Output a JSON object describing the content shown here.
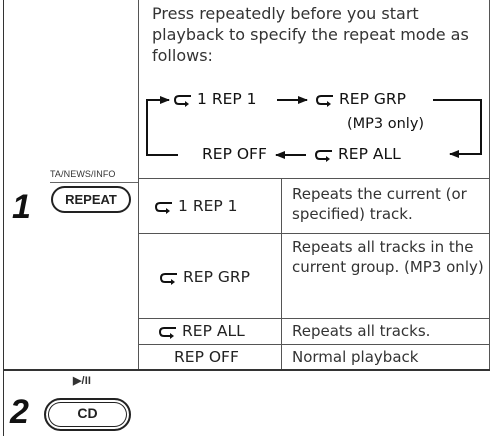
{
  "step1": {
    "number": "1",
    "button_label": "TA/NEWS/INFO",
    "button_text": "REPEAT",
    "intro": "Press repeatedly before you start playback to specify the repeat mode as follows:",
    "cycle": {
      "rep1": "REP 1",
      "rep1_prefix": "1",
      "repgrp": "REP GRP",
      "repgrp_note": "(MP3 only)",
      "repoff": "REP OFF",
      "repall": "REP ALL"
    },
    "table": [
      {
        "mode": "REP 1",
        "mode_prefix": "1",
        "desc": "Repeats the current (or specified) track."
      },
      {
        "mode": "REP GRP",
        "desc": "Repeats all tracks in the current group. (MP3 only)"
      },
      {
        "mode": "REP ALL",
        "desc": "Repeats all tracks."
      },
      {
        "mode": "REP OFF",
        "desc": "Normal playback"
      }
    ]
  },
  "step2": {
    "number": "2",
    "button_label": "▶/II",
    "button_text": "CD"
  }
}
